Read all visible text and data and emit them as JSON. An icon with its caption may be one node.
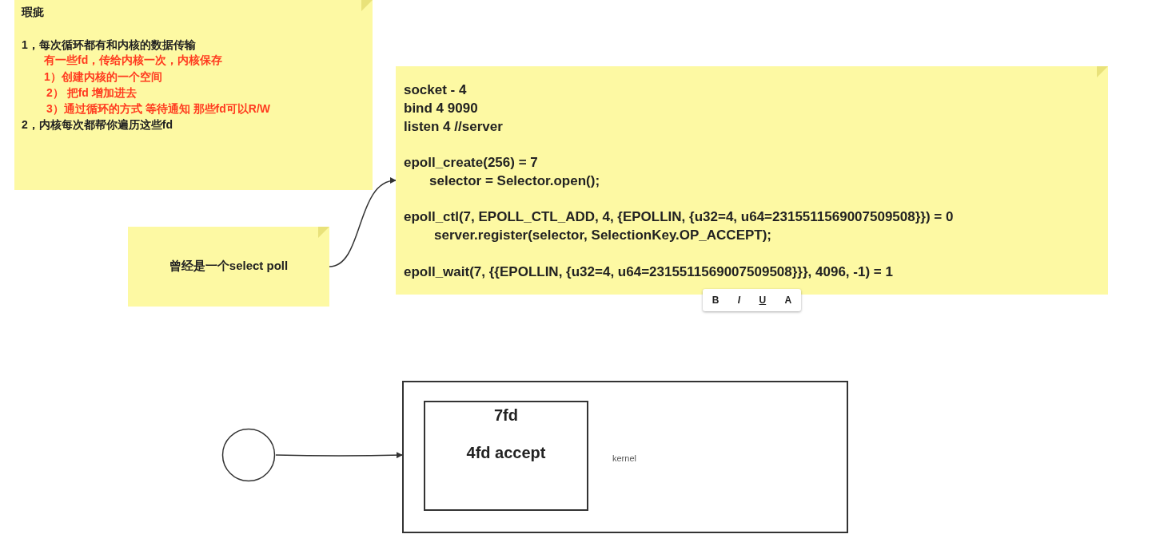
{
  "diagram": {
    "nodes": [
      {
        "text": [
          "瑕疵",
          "1，每次循环都有和内核的数据传输",
          "有一些fd，传给内核一次，内核保存",
          "1）创建内核的一个空间",
          "2） 把fd 增加进去",
          "3）通过循环的方式 等待通知 那些fd可以R/W",
          "2，内核每次都帮你遍历这些fd"
        ]
      },
      {
        "text": [
          "socket - 4",
          "bind 4 9090",
          "listen 4 //server",
          "epoll_create(256) = 7",
          "selector = Selector.open();",
          "epoll_ctl(7, EPOLL_CTL_ADD, 4, {EPOLLIN, {u32=4, u64=2315511569007509508}}) = 0",
          "server.register(selector, SelectionKey.OP_ACCEPT);",
          "epoll_wait(7, {{EPOLLIN, {u32=4, u64=2315511569007509508}}}, 4096, -1) = 1"
        ]
      },
      {
        "text": [
          "曾经是一个select poll"
        ]
      },
      {
        "text": [],
        "shape": "circle"
      },
      {
        "text": [
          "kernel"
        ]
      },
      {
        "text": [
          "7fd",
          "4fd accept"
        ],
        "in": 4
      }
    ],
    "edges": [
      {
        "from": 2,
        "to": 1,
        "arrow": "to"
      },
      {
        "from": 3,
        "to": 4,
        "arrow": "to"
      }
    ],
    "labels": [
      "B",
      "I",
      "U",
      "A"
    ]
  }
}
